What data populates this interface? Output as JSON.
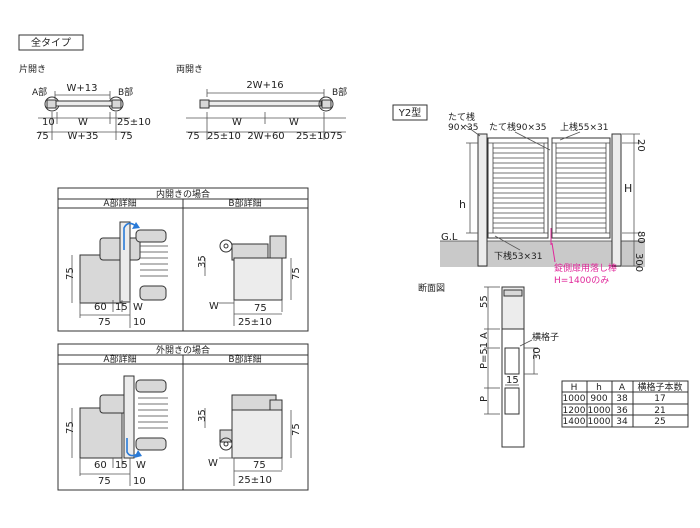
{
  "badge_all_types": "全タイプ",
  "single": {
    "title": "片開き",
    "a_part": "A部",
    "b_part": "B部",
    "top_dim": "W+13",
    "left_gap": "10",
    "w": "W",
    "right_gap": "25±10",
    "left_post": "75",
    "total": "W+35",
    "right_post": "75"
  },
  "double": {
    "title": "両開き",
    "top_dim": "2W+16",
    "b_part": "B部",
    "w1": "W",
    "w2": "W",
    "post_l": "75",
    "gap_l": "25±10",
    "center": "2W+60",
    "gap_r": "25±10",
    "post_r": "75"
  },
  "inward": {
    "header": "内開きの場合",
    "a_title": "A部詳細",
    "b_title": "B部詳細",
    "a_left75": "75",
    "a_60": "60",
    "a_15": "15",
    "a_w": "W",
    "a_bot75": "75",
    "a_10": "10",
    "b_35": "35",
    "b_right75": "75",
    "b_w": "W",
    "b_75": "75",
    "b_gap": "25±10"
  },
  "outward": {
    "header": "外開きの場合",
    "a_title": "A部詳細",
    "b_title": "B部詳細",
    "a_left75": "75",
    "a_60": "60",
    "a_15": "15",
    "a_w": "W",
    "a_bot75": "75",
    "a_10": "10",
    "b_35": "35",
    "b_right75": "75",
    "b_w": "W",
    "b_75": "75",
    "b_gap": "25±10"
  },
  "y2": {
    "badge": "Y2型",
    "tate_post1": "たて桟",
    "tate_post2": "90×35",
    "tate_mid": "たて桟90×35",
    "top_rail": "上桟55×31",
    "dim20": "20",
    "dimH": "H",
    "dim80": "80",
    "dim_h": "h",
    "gl": "G.L",
    "bottom_rail": "下桟53×31",
    "dim300": "300",
    "latch1": "錠側扉用落し棒",
    "latch2": "H=1400のみ"
  },
  "section": {
    "title": "断面図",
    "bar_label": "横格子",
    "d55": "55",
    "dA": "A",
    "d30": "30",
    "d15": "15",
    "dP51": "P=51",
    "dP": "P"
  },
  "table": {
    "headers": [
      "H",
      "h",
      "A",
      "横格子本数"
    ],
    "rows": [
      [
        "1000",
        "900",
        "38",
        "17"
      ],
      [
        "1200",
        "1000",
        "36",
        "21"
      ],
      [
        "1400",
        "1000",
        "34",
        "25"
      ]
    ]
  }
}
